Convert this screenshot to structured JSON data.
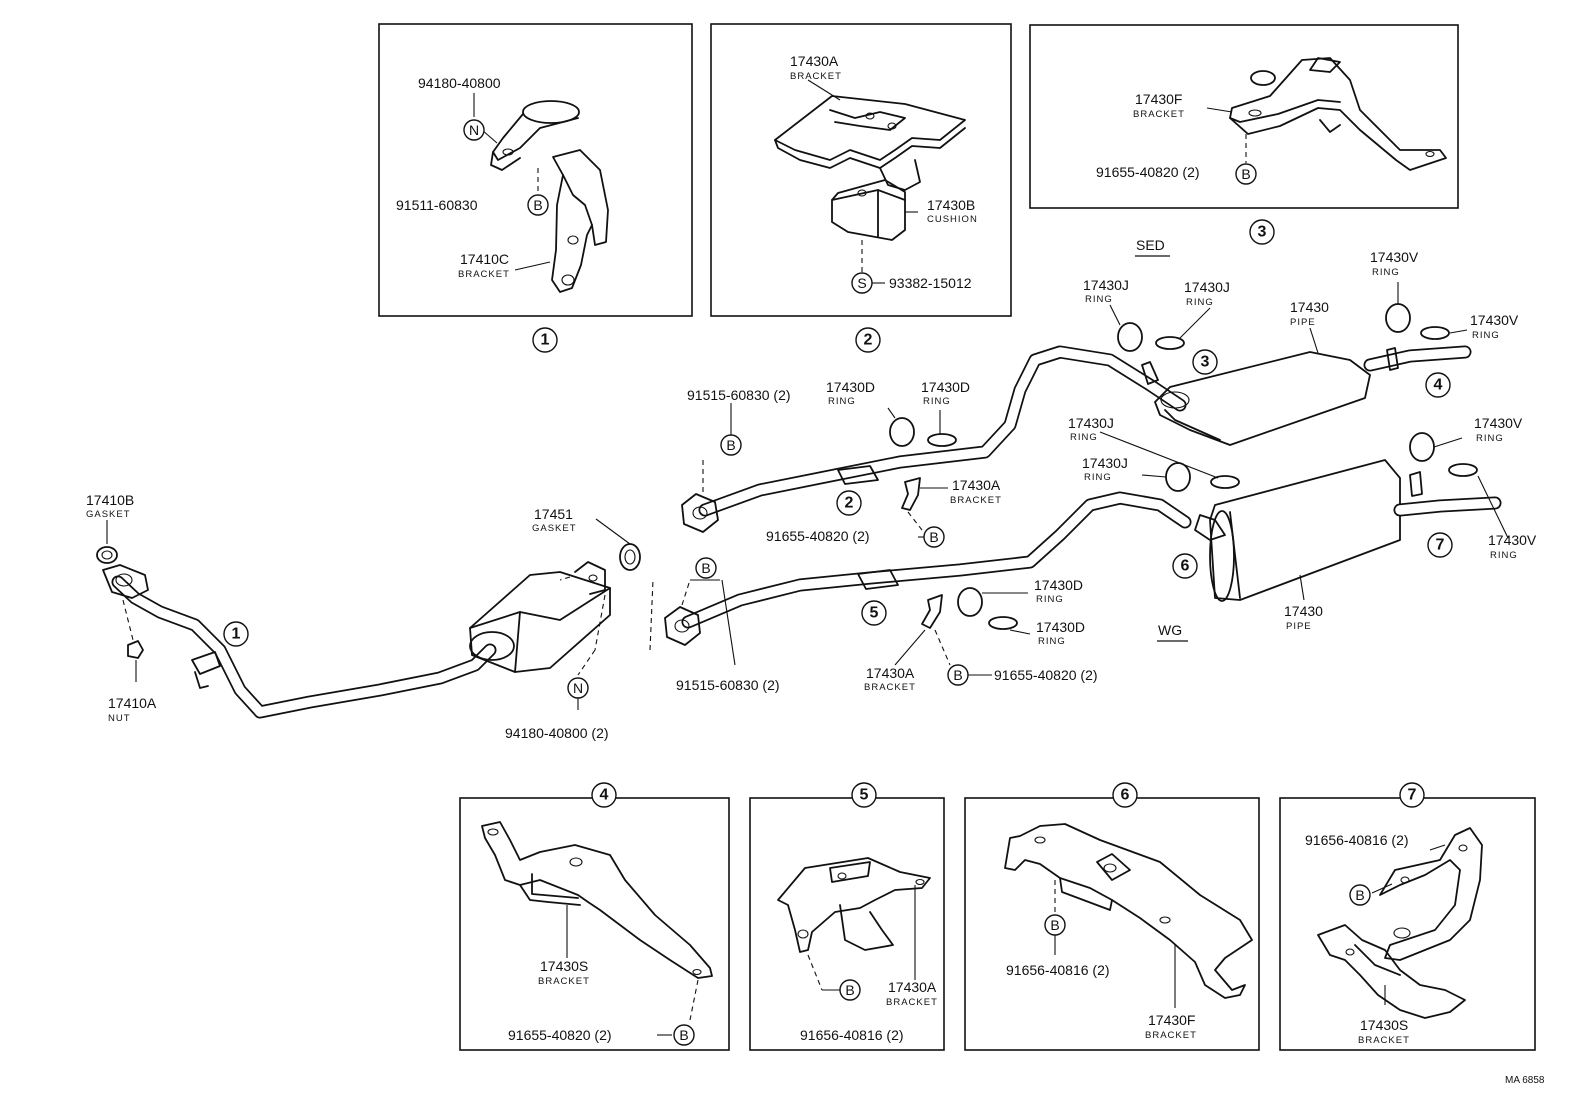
{
  "diagram_code": "MA 6858",
  "variants": {
    "sedan": "SED",
    "wagon": "WG"
  },
  "view_numbers": [
    "1",
    "2",
    "3",
    "4",
    "5",
    "6",
    "7"
  ],
  "symbols": {
    "bolt": "B",
    "nut": "N",
    "screw": "S"
  },
  "inset1": {
    "clamp": "94180-40800",
    "bolt": "91511-60830",
    "bracket_no": "17410C",
    "bracket_name": "BRACKET"
  },
  "inset2": {
    "bracket_no": "17430A",
    "bracket_name": "BRACKET",
    "cushion_no": "17430B",
    "cushion_name": "CUSHION",
    "screw": "93382-15012"
  },
  "inset3": {
    "bracket_no": "17430F",
    "bracket_name": "BRACKET",
    "bolt": "91655-40820 (2)"
  },
  "inset4": {
    "bracket_no": "17430S",
    "bracket_name": "BRACKET",
    "bolt": "91655-40820 (2)"
  },
  "inset5": {
    "bracket_no": "17430A",
    "bracket_name": "BRACKET",
    "bolt": "91656-40816 (2)"
  },
  "inset6": {
    "bolt": "91656-40816 (2)",
    "bracket_no": "17430F",
    "bracket_name": "BRACKET"
  },
  "inset7": {
    "bolt": "91656-40816 (2)",
    "bracket_no": "17430S",
    "bracket_name": "BRACKET"
  },
  "main": {
    "gasket_b_no": "17410B",
    "gasket_b_name": "GASKET",
    "nut_a_no": "17410A",
    "nut_a_name": "NUT",
    "gasket_451_no": "17451",
    "gasket_451_name": "GASKET",
    "clamp_nut": "94180-40800 (2)",
    "bolt_upper": "91515-60830 (2)",
    "bolt_lower": "91515-60830 (2)",
    "ring_d_1": "17430D",
    "ring_d_2": "17430D",
    "ring_d_3": "17430D",
    "ring_d_4": "17430D",
    "ring_name": "RING",
    "bracket_a_upper": "17430A",
    "bracket_a_lower": "17430A",
    "bracket_name": "BRACKET",
    "bolt_mid_upper": "91655-40820 (2)",
    "bolt_mid_lower": "91655-40820 (2)",
    "ring_j_1": "17430J",
    "ring_j_2": "17430J",
    "ring_j_3": "17430J",
    "ring_j_4": "17430J",
    "pipe_no_upper": "17430",
    "pipe_no_lower": "17430",
    "pipe_name": "PIPE",
    "ring_v_1": "17430V",
    "ring_v_2": "17430V",
    "ring_v_3": "17430V",
    "ring_v_4": "17430V"
  }
}
